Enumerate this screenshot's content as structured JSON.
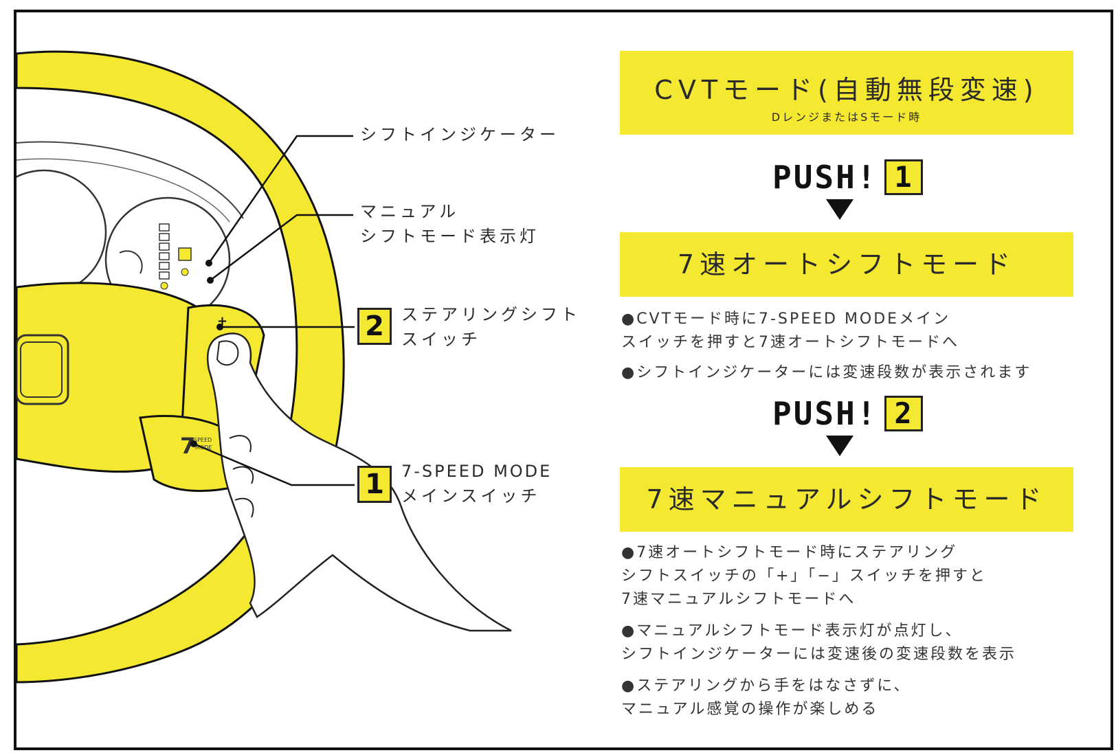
{
  "callouts": {
    "shift_indicator": "シフトインジケーター",
    "manual_lamp_line1": "マニュアル",
    "manual_lamp_line2": "シフトモード表示灯",
    "steering_switch_number": "2",
    "steering_switch_line1": "ステアリングシフト",
    "steering_switch_line2": "スイッチ",
    "main_switch_number": "1",
    "main_switch_line1": "7-SPEED MODE",
    "main_switch_line2": "メインスイッチ"
  },
  "illustration": {
    "plus_label": "+",
    "button_big": "7",
    "button_small_1": "SPEED",
    "button_small_2": "MODE"
  },
  "flow": {
    "cvt_title": "CVTモード(自動無段変速)",
    "cvt_subtitle": "DレンジまたはSモード時",
    "push1_text": "PUSH!",
    "push1_number": "1",
    "auto_title": "7速オートシフトモード",
    "auto_bullet_1": "●CVTモード時に7-SPEED MODEメイン\nスイッチを押すと7速オートシフトモードへ",
    "auto_bullet_2": "●シフトインジケーターには変速段数が表示されます",
    "push2_text": "PUSH!",
    "push2_number": "2",
    "manual_title": "7速マニュアルシフトモード",
    "manual_bullet_1": "●7速オートシフトモード時にステアリング\nシフトスイッチの「+」「−」スイッチを押すと\n7速マニュアルシフトモードへ",
    "manual_bullet_2": "●マニュアルシフトモード表示灯が点灯し、\nシフトインジケーターには変速後の変速段数を表示",
    "manual_bullet_3": "●ステアリングから手をはなさずに、\nマニュアル感覚の操作が楽しめる"
  },
  "colors": {
    "yellow": "#f4e831",
    "ink": "#111111"
  }
}
